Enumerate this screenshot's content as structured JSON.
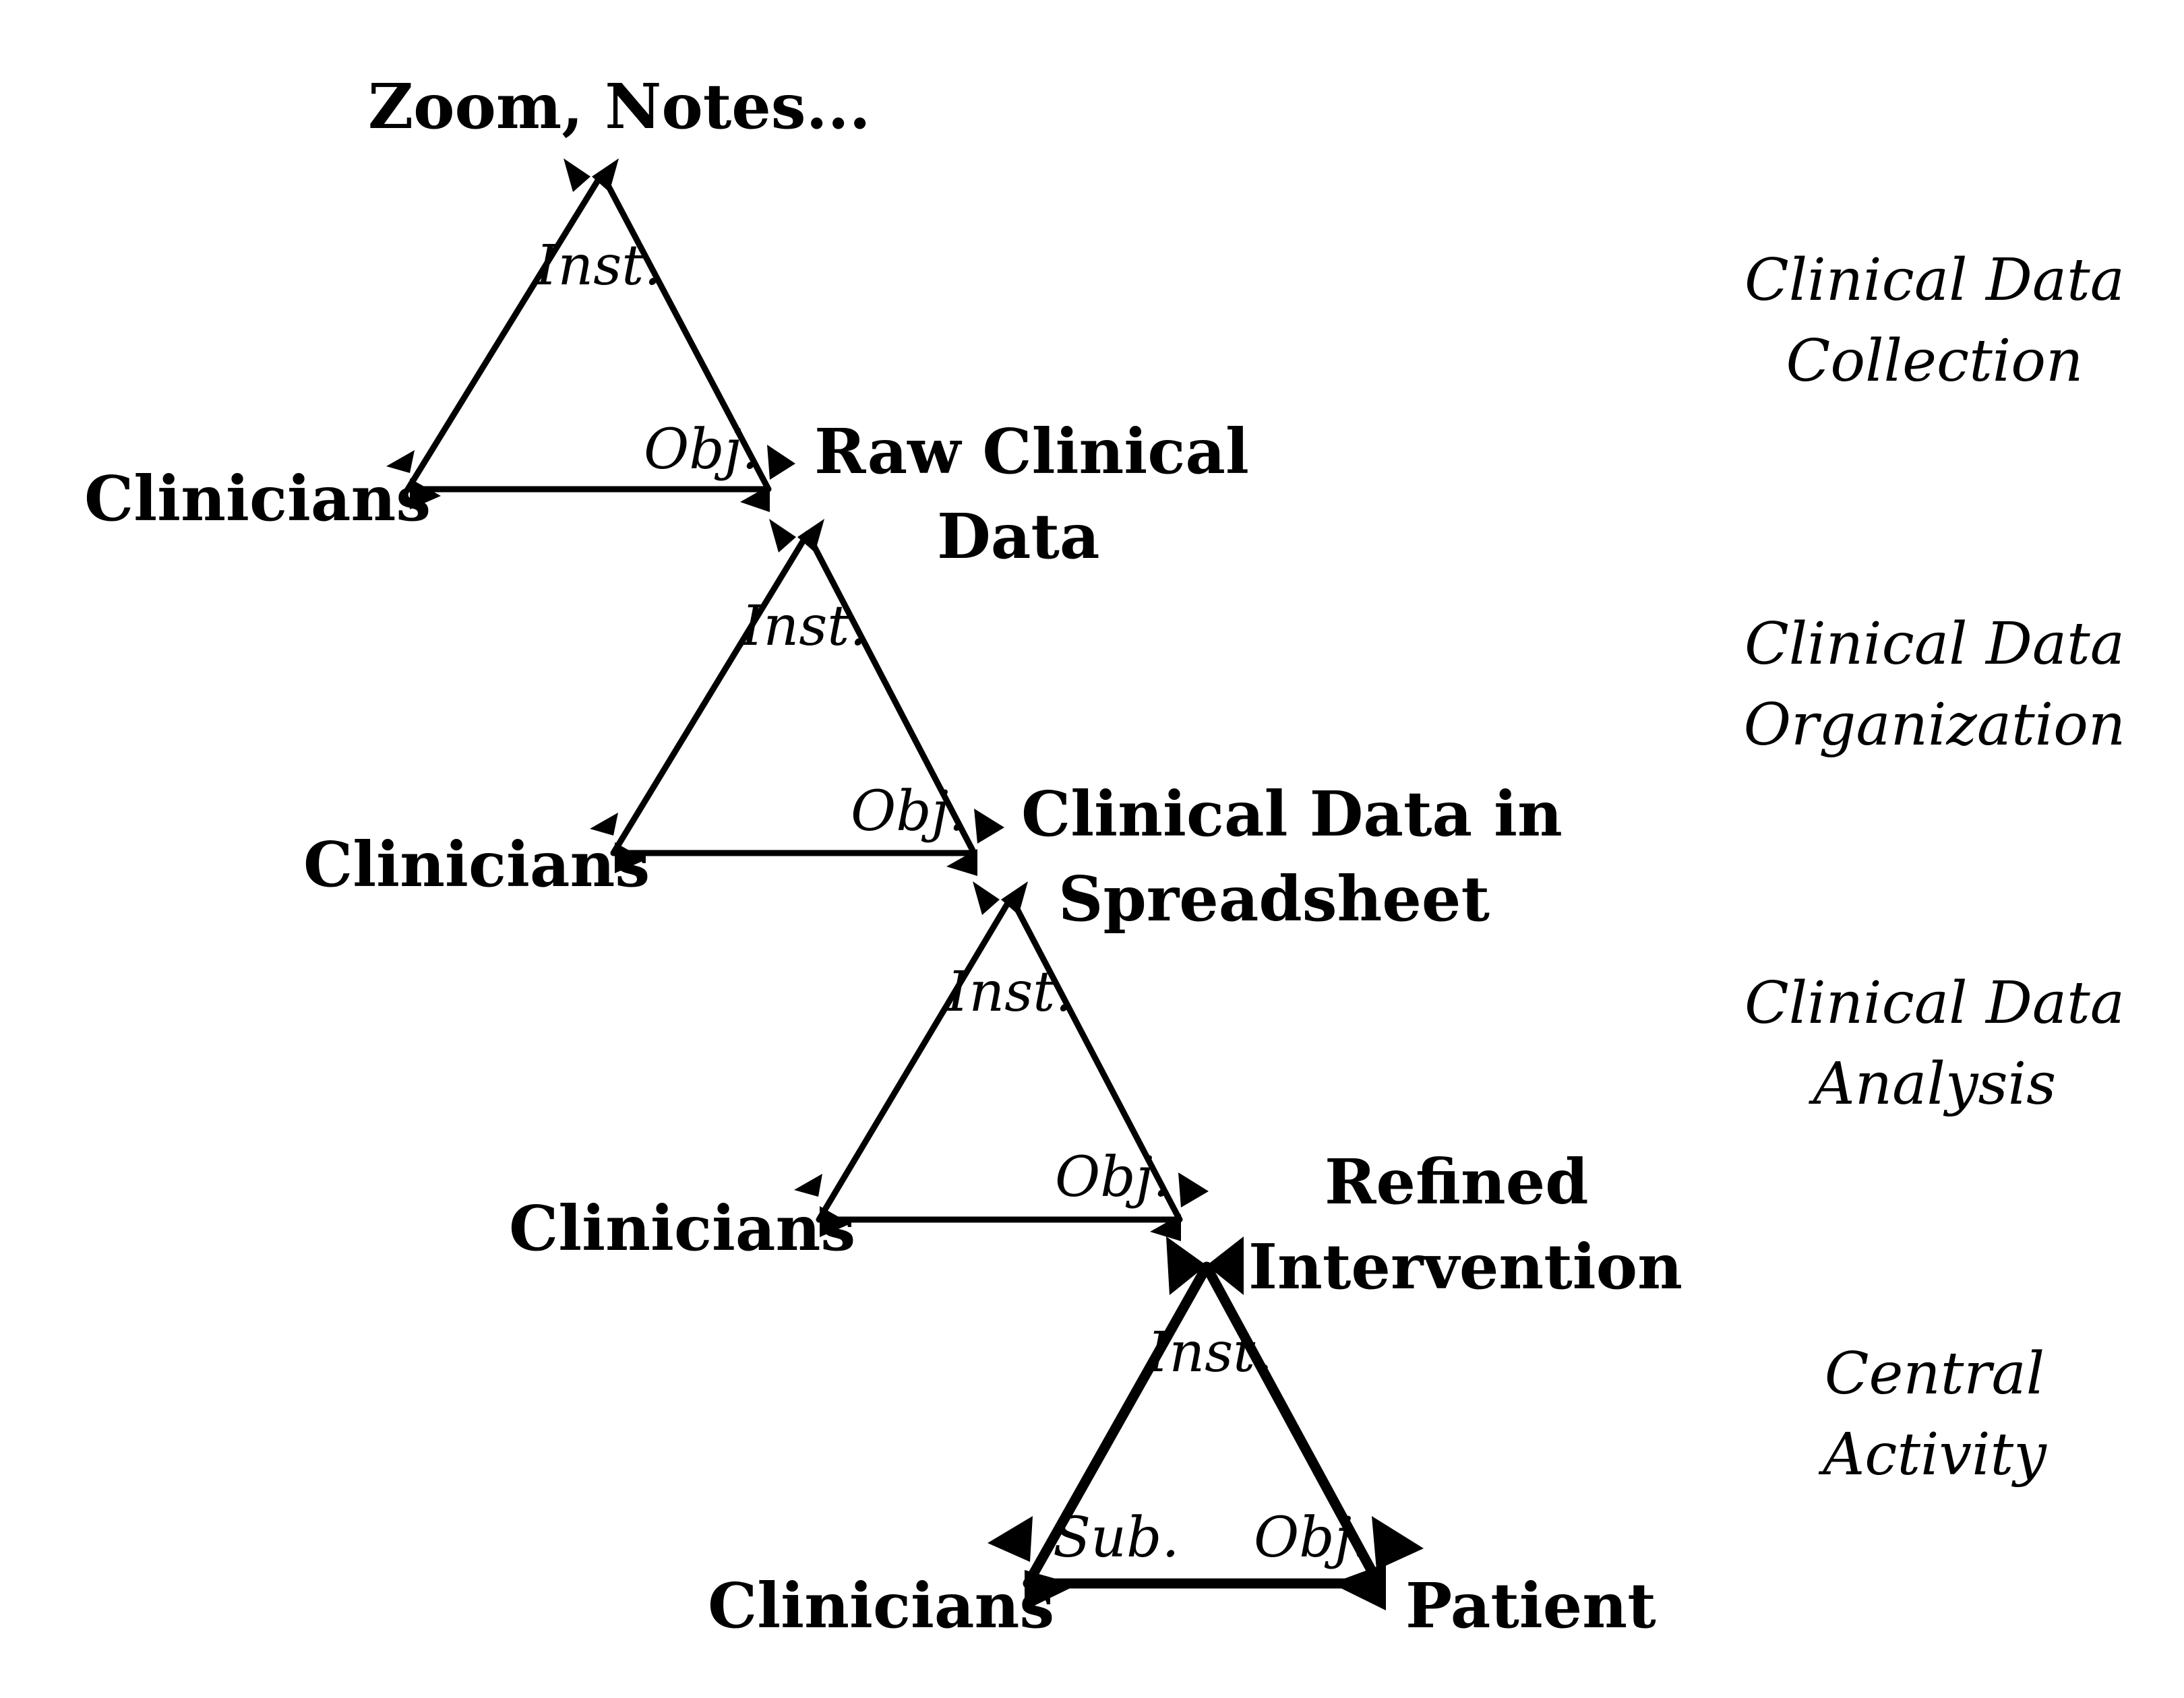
{
  "diagram": {
    "levels": [
      {
        "line1": "Clinical Data",
        "line2": "Collection"
      },
      {
        "line1": "Clinical Data",
        "line2": "Organization"
      },
      {
        "line1": "Clinical Data",
        "line2": "Analysis"
      },
      {
        "line1": "Central",
        "line2": "Activity"
      }
    ],
    "nodes": {
      "tool_1": "Zoom, Notes...",
      "clinicians_1": "Clinicians",
      "raw_data_line1": "Raw Clinical",
      "raw_data_line2": "Data",
      "clinicians_2": "Clinicians",
      "spreadsheet_line1": "Clinical Data in",
      "spreadsheet_line2": "Spreadsheet",
      "clinicians_3": "Clinicians",
      "refined_line1": "Refined",
      "refined_line2": "Intervention",
      "clinicians_4": "Clinicians",
      "patient": "Patient"
    },
    "roles": {
      "inst": "Inst.",
      "obj": "Obj.",
      "sub": "Sub."
    }
  }
}
